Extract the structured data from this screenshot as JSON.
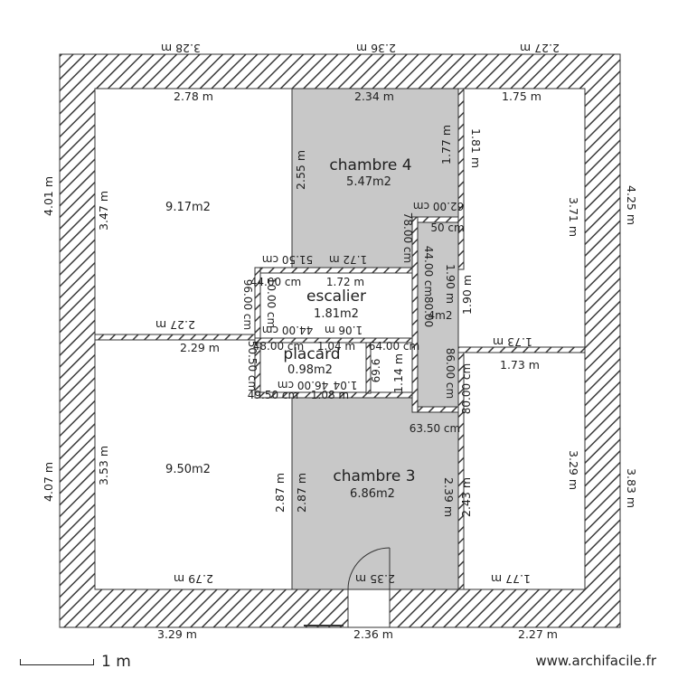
{
  "rooms": {
    "chambre4": {
      "name": "chambre 4",
      "area": "5.47m2"
    },
    "chambre3": {
      "name": "chambre 3",
      "area": "6.86m2"
    },
    "escalier": {
      "name": "escalier",
      "area": "1.81m2"
    },
    "placard": {
      "name": "placard",
      "area": "0.98m2"
    },
    "top_left": {
      "area": "9.17m2"
    },
    "bottom_left": {
      "area": "9.50m2"
    }
  },
  "dims": {
    "top_outer": [
      "3.28 m",
      "2.36 m",
      "2.27 m"
    ],
    "bottom_outer": [
      "3.29 m",
      "2.36 m",
      "2.27 m"
    ],
    "left_outer": [
      "4.01 m",
      "4.07 m"
    ],
    "right_outer": [
      "4.25 m",
      "3.83 m"
    ],
    "tl_top": "2.78 m",
    "tl_left": "3.47 m",
    "tl_bottom": "2.27 m",
    "c4_top": "2.34 m",
    "c4_left": "2.55 m",
    "c4_right_a": "1.77 m",
    "c4_right_b": "1.81 m",
    "tr_top": "1.75 m",
    "tr_right": "3.71 m",
    "tr_bottom": "1.73 m",
    "tr_bottom2": "1.73 m",
    "bl_top": "2.29 m",
    "bl_left": "3.53 m",
    "bl_bottom": "2.79 m",
    "c3_left_a": "2.87 m",
    "c3_left_b": "2.87 m",
    "c3_right_a": "2.39 m",
    "c3_right_b": "2.43 m",
    "c3_bottom": "2.35 m",
    "br_right": "3.29 m",
    "br_bottom": "1.77 m",
    "esc_top": "1.72 m",
    "esc_top2": "1.72 m",
    "esc_cm_a": "51.50 cm",
    "esc_cm_b": "44.00 cm",
    "esc_left_a": "96.00 cm",
    "esc_left_b": "10.00 cm",
    "esc_mid_a": "1.06 m",
    "esc_mid_b": "44.00 cm",
    "esc_mid_c": "1.04 m",
    "esc_mid_d": "64.00 cm",
    "esc_mid_e": "48.00 cm",
    "pl_left": "50.50 cm",
    "pl_bottom_a": "49.50 cm",
    "pl_bottom_b": "1.08 m",
    "pl_right": "69.6",
    "pl_inner_a": "1.04",
    "pl_inner_b": "46.00 cm",
    "cor_a": "62.00 cm",
    "cor_b": "78.00 cm",
    "cor_c": "44.00 cm",
    "cor_d": "1.90 m",
    "cor_e": "1.90 m",
    "cor_f": "80.00",
    "cor_g": "1.14 m",
    "cor_h": "86.00 cm",
    "cor_i": "80.00 cm",
    "cor_j": "63.50 cm",
    "cor_area": "4m2",
    "cor_k": "50 cm"
  },
  "scale_label": "1 m",
  "credit": "www.archifacile.fr"
}
